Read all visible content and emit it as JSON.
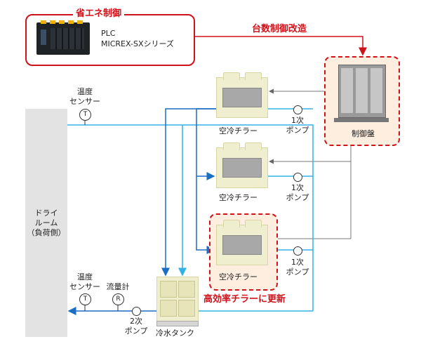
{
  "header": {
    "energy_title": "省エネ制御",
    "plc_line1": "PLC",
    "plc_line2": "MICREX-SXシリーズ",
    "retrofit_label": "台数制御改造"
  },
  "panel": {
    "label": "制御盤"
  },
  "room": {
    "line1": "ドライ",
    "line2": "ルーム",
    "line3": "（負荷側）"
  },
  "sensor_top": {
    "line1": "温度",
    "line2": "センサー",
    "symbol": "T"
  },
  "sensor_bottom": {
    "line1": "温度",
    "line2": "センサー",
    "symbol": "T"
  },
  "flowmeter": {
    "label": "流量計",
    "symbol": "R"
  },
  "chillers": [
    {
      "label": "空冷チラー",
      "pump_line1": "1次",
      "pump_line2": "ポンプ"
    },
    {
      "label": "空冷チラー",
      "pump_line1": "1次",
      "pump_line2": "ポンプ"
    },
    {
      "label": "空冷チラー",
      "pump_line1": "1次",
      "pump_line2": "ポンプ"
    }
  ],
  "upgrade_label": "高効率チラーに更新",
  "secondary_pump": {
    "line1": "2次",
    "line2": "ポンプ"
  },
  "tank": {
    "label": "冷水タンク"
  },
  "colors": {
    "accent": "#d0121b",
    "supply_pipe": "#1a6fc4",
    "return_pipe": "#33b2e6",
    "signal_line": "#777777"
  }
}
